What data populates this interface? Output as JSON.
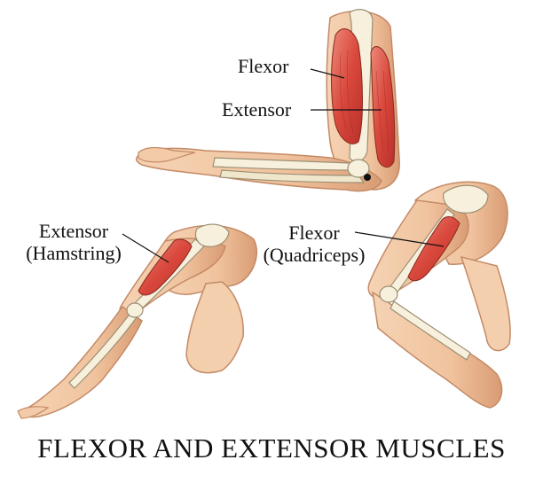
{
  "labels": {
    "arm_flexor": "Flexor",
    "arm_extensor": "Extensor",
    "left_leg_line1": "Extensor",
    "left_leg_line2": "(Hamstring)",
    "right_leg_line1": "Flexor",
    "right_leg_line2": "(Quadriceps)"
  },
  "caption": "FLEXOR AND EXTENSOR MUSCLES",
  "colors": {
    "skin": "#f2c7a3",
    "skin_shadow": "#d9a27c",
    "bone": "#f6f0dc",
    "muscle": "#d9483c",
    "muscle_light": "#e9776a"
  }
}
